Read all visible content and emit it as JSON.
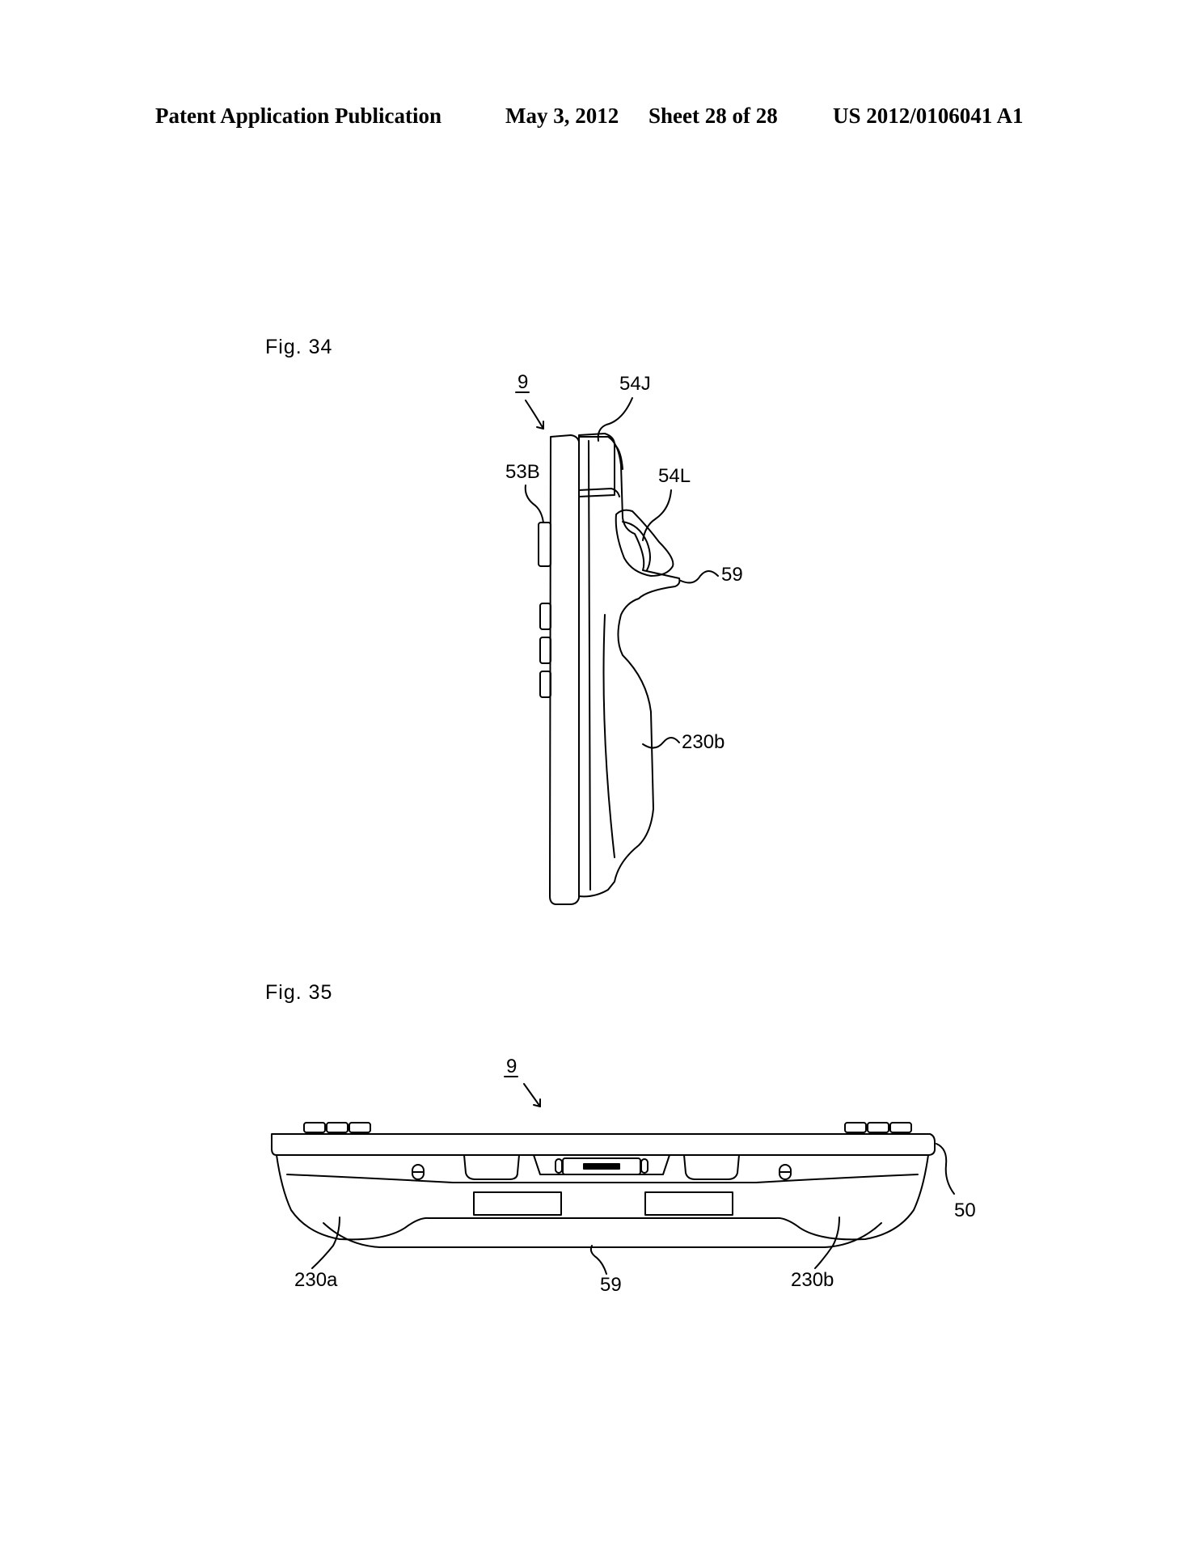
{
  "header": {
    "publication": "Patent Application Publication",
    "date": "May 3, 2012",
    "sheet": "Sheet 28 of 28",
    "number": "US 2012/0106041 A1"
  },
  "fig34": {
    "label": "Fig. 34",
    "refs": {
      "device": "9",
      "top_button": "54J",
      "side_button": "53B",
      "trigger": "54L",
      "ridge": "59",
      "grip": "230b"
    }
  },
  "fig35": {
    "label": "Fig. 35",
    "refs": {
      "device": "9",
      "housing": "50",
      "left_grip": "230a",
      "ridge": "59",
      "right_grip": "230b"
    }
  }
}
